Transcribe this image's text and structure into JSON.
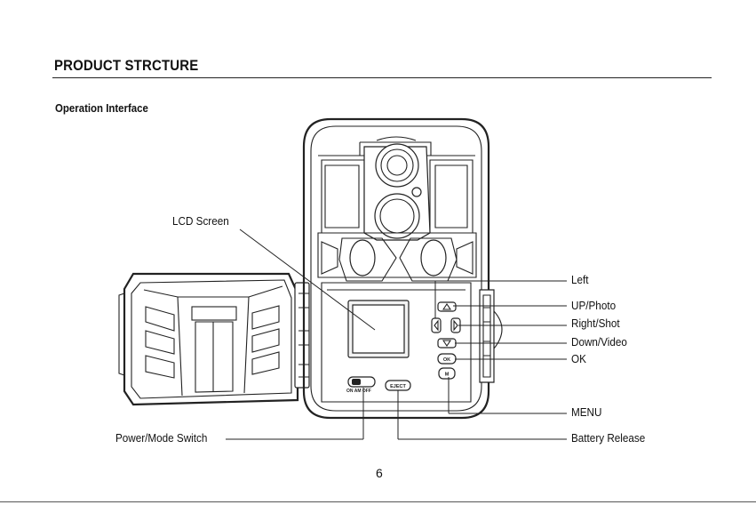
{
  "header": {
    "title": "PRODUCT STRCTURE",
    "subtitle": "Operation Interface"
  },
  "callouts": {
    "lcd_screen": "LCD Screen",
    "left": "Left",
    "up_photo": "UP/Photo",
    "right_shot": "Right/Shot",
    "down_video": "Down/Video",
    "ok": "OK",
    "menu": "MENU",
    "power_mode_switch": "Power/Mode Switch",
    "battery_release": "Battery Release"
  },
  "device_labels": {
    "switch_positions": "ON AM OFF",
    "eject_button": "EJECT",
    "ok_button": "OK",
    "menu_button": "M"
  },
  "footer": {
    "page_number": "6"
  }
}
